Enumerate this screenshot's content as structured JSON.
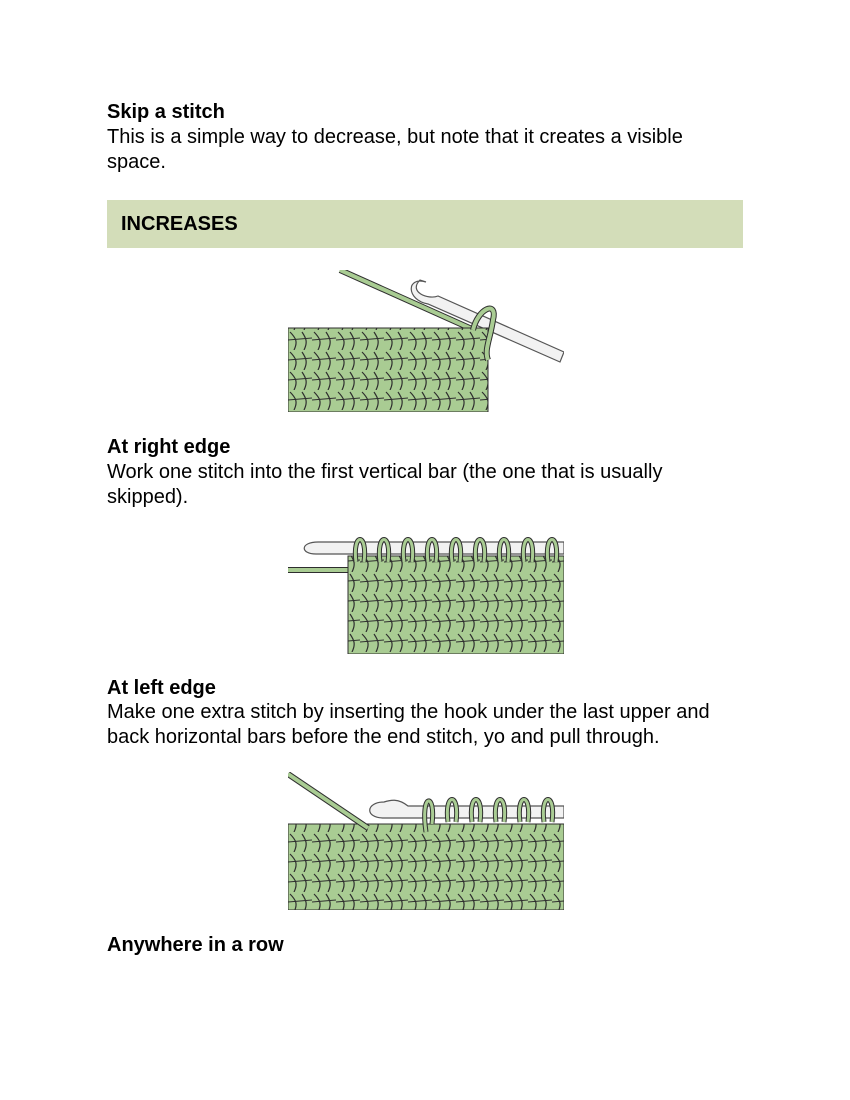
{
  "sections": {
    "skip": {
      "title": "Skip a stitch",
      "text": "This is a simple way to decrease, but note that it creates a visible space."
    },
    "increases_header": "INCREASES",
    "right_edge": {
      "title": "At right edge",
      "text": "Work one stitch into the first vertical bar (the one that is usually skipped)."
    },
    "left_edge": {
      "title": "At left edge",
      "text": "Make one extra stitch by inserting the hook under the last upper and back horizontal bars before the end stitch, yo and pull through."
    },
    "anywhere": {
      "title": "Anywhere in a row"
    }
  },
  "colors": {
    "band": "#d3ddb9",
    "yarn": "#a9cc93",
    "yarn_outline": "#2e2e2e",
    "hook": "#f2f2f2"
  },
  "icons": [
    "crochet-right-edge-illustration",
    "crochet-left-edge-illustration",
    "crochet-anywhere-illustration"
  ]
}
